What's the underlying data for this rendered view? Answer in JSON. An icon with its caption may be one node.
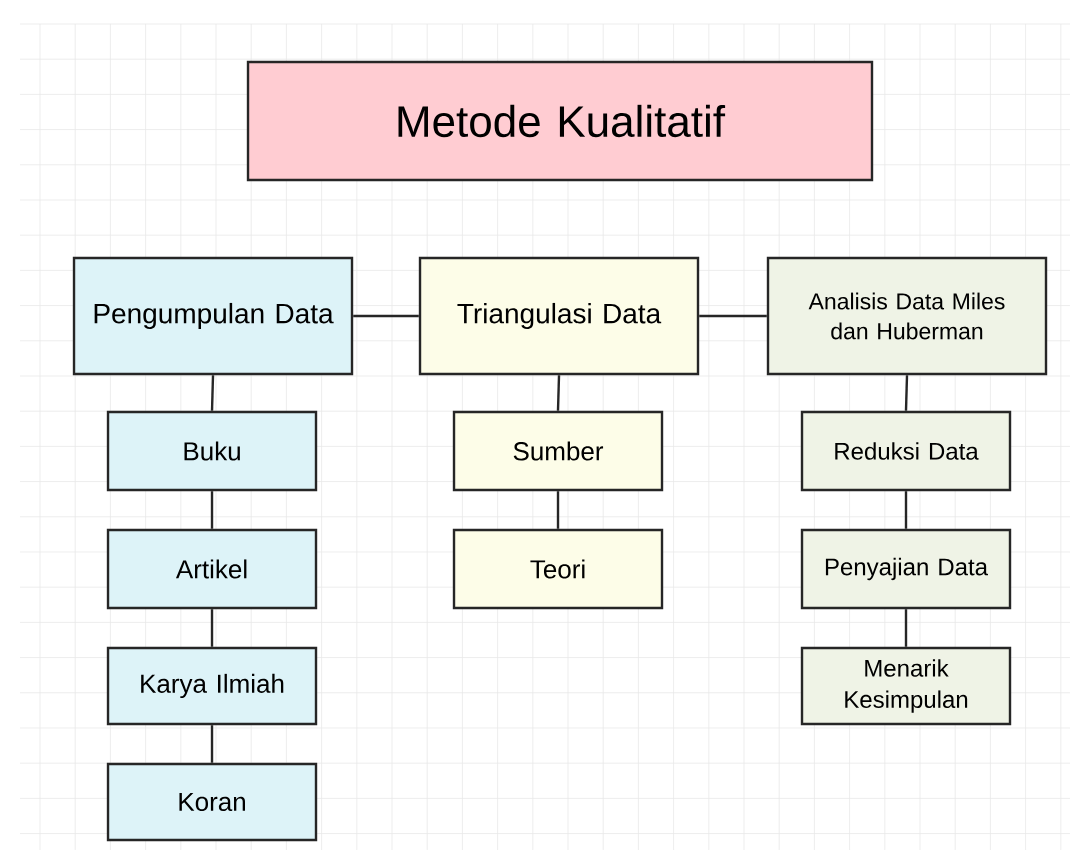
{
  "diagram": {
    "nodes": [
      {
        "text": [
          "Metode Kualitatif"
        ]
      },
      {
        "text": [
          "Pengumpulan Data"
        ]
      },
      {
        "text": [
          "Triangulasi Data"
        ]
      },
      {
        "text": [
          "Analisis Data Miles dan Huberman"
        ]
      },
      {
        "text": [
          "Buku"
        ]
      },
      {
        "text": [
          "Artikel"
        ]
      },
      {
        "text": [
          "Karya Ilmiah"
        ]
      },
      {
        "text": [
          "Koran"
        ]
      },
      {
        "text": [
          "Sumber"
        ]
      },
      {
        "text": [
          "Teori"
        ]
      },
      {
        "text": [
          "Reduksi Data"
        ]
      },
      {
        "text": [
          "Penyajian Data"
        ]
      },
      {
        "text": [
          "Menarik Kesimpulan"
        ]
      }
    ],
    "edges": [
      {
        "from": 1,
        "to": 2,
        "arrow": "none"
      },
      {
        "from": 2,
        "to": 3,
        "arrow": "none"
      },
      {
        "from": 1,
        "to": 4,
        "arrow": "none"
      },
      {
        "from": 4,
        "to": 5,
        "arrow": "none"
      },
      {
        "from": 5,
        "to": 6,
        "arrow": "none"
      },
      {
        "from": 6,
        "to": 7,
        "arrow": "none"
      },
      {
        "from": 2,
        "to": 8,
        "arrow": "none"
      },
      {
        "from": 8,
        "to": 9,
        "arrow": "none"
      },
      {
        "from": 3,
        "to": 10,
        "arrow": "none"
      },
      {
        "from": 10,
        "to": 11,
        "arrow": "none"
      },
      {
        "from": 11,
        "to": 12,
        "arrow": "none"
      }
    ]
  }
}
